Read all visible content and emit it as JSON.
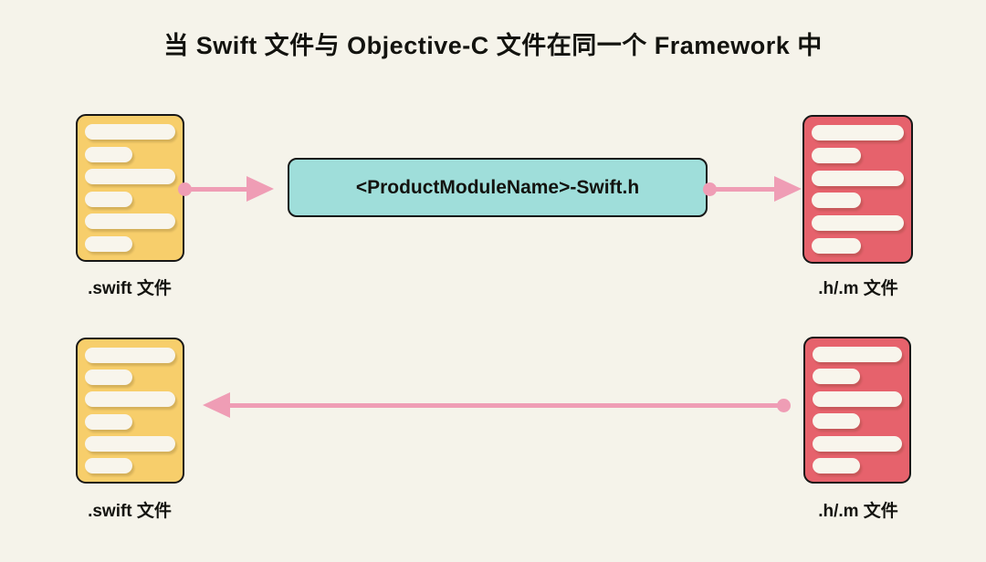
{
  "title": "当 Swift 文件与 Objective-C 文件在同一个 Framework 中",
  "bridge_header": {
    "label": "<ProductModuleName>-Swift.h"
  },
  "cards": {
    "top_left_label": ".swift 文件",
    "top_right_label": ".h/.m 文件",
    "bottom_left_label": ".swift 文件",
    "bottom_right_label": ".h/.m 文件"
  },
  "card_line_pattern": [
    "long",
    "short",
    "long",
    "short",
    "long",
    "short"
  ],
  "colors": {
    "background": "#F5F3EA",
    "swift_card": "#F7CE6B",
    "objc_card": "#E6626C",
    "bridge_box": "#9FDEDA",
    "arrow": "#EF9DB5",
    "pill": "#F8F5EC",
    "outline": "#171717"
  }
}
